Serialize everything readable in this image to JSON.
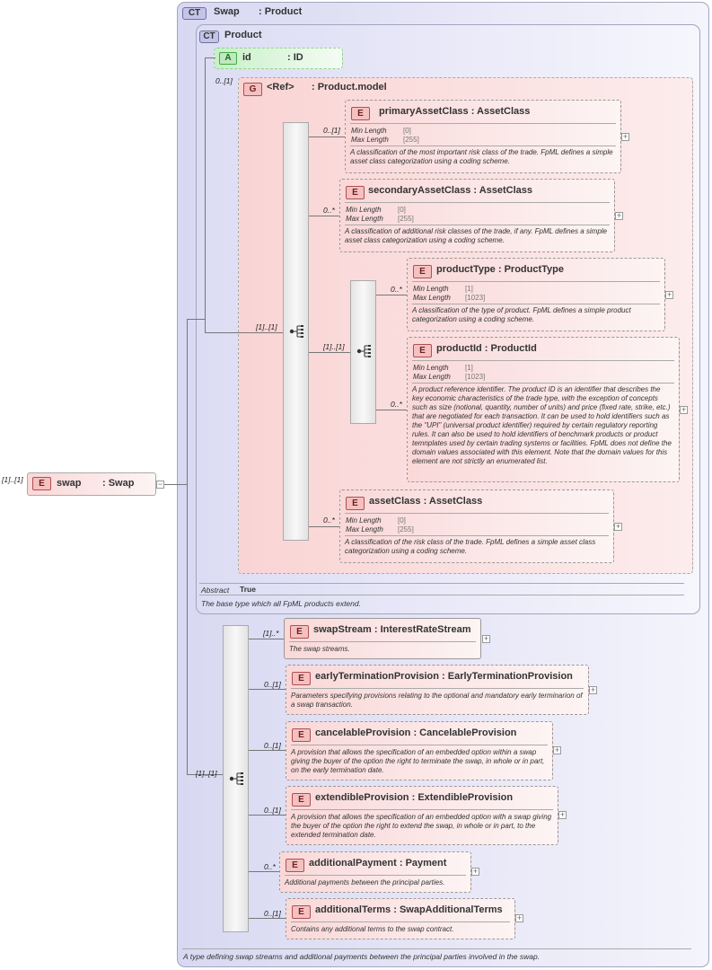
{
  "root_element": {
    "tag": "E",
    "name": "swap",
    "type": ": Swap",
    "cardinality": "[1]..[1]"
  },
  "swap_type": {
    "tag": "CT",
    "name": "Swap",
    "type": ": Product",
    "documentation": "A type defining swap streams and additional payments between the principal parties involved in the swap."
  },
  "product_type": {
    "tag": "CT",
    "name": "Product",
    "abstract_label": "Abstract",
    "abstract_value": "True",
    "documentation": "The base type which all FpML products extend."
  },
  "id_attribute": {
    "tag": "A",
    "name": "id",
    "type": ": ID",
    "cardinality": "0..[1]"
  },
  "product_model": {
    "tag": "G",
    "name": "<Ref>",
    "type": ": Product.model",
    "sequence_cardinality": "[1]..[1]",
    "choice_cardinality": "[1]..[1]"
  },
  "labels": {
    "min_length": "Min Length",
    "max_length": "Max Length"
  },
  "model_children": [
    {
      "tag": "E",
      "name": "primaryAssetClass",
      "type": ": AssetClass",
      "cardinality": "0..[1]",
      "min": "[0]",
      "max": "[255]",
      "doc": "A classification of the most important risk class of the trade. FpML defines a simple asset class categorization using a coding scheme."
    },
    {
      "tag": "E",
      "name": "secondaryAssetClass",
      "type": ": AssetClass",
      "cardinality": "0..*",
      "min": "[0]",
      "max": "[255]",
      "doc": "A classification of additional risk classes of the trade, if any. FpML defines a simple asset class categorization using a coding scheme."
    },
    {
      "tag": "E",
      "name": "productType",
      "type": ": ProductType",
      "cardinality": "0..*",
      "min": "[1]",
      "max": "[1023]",
      "doc": "A classification of the type of product. FpML defines a simple product categorization using a coding scheme."
    },
    {
      "tag": "E",
      "name": "productId",
      "type": ": ProductId",
      "cardinality": "0..*",
      "min": "[1]",
      "max": "[1023]",
      "doc": "A product reference identifier. The product ID is an identifier that describes the key economic characteristics of the trade type, with the exception of concepts such as size (notional, quantity, number of units) and price (fixed rate, strike, etc.) that are negotiated for each transaction. It can be used to hold identifiers such as the \"UPI\" (universal product identifier) required by certain regulatory reporting rules. It can also be used to hold identifiers of benchmark products or product temnplates used by certain trading systems or facilities. FpML does not define the domain values associated with this element. Note that the domain values for this element are not strictly an enumerated list."
    },
    {
      "tag": "E",
      "name": "assetClass",
      "type": ": AssetClass",
      "cardinality": "0..*",
      "min": "[0]",
      "max": "[255]",
      "doc": "A classification of the risk class of the trade. FpML defines a simple asset class categorization using a coding scheme."
    }
  ],
  "swap_sequence": {
    "cardinality": "[1]..[1]"
  },
  "swap_children": [
    {
      "tag": "E",
      "name": "swapStream",
      "type": ": InterestRateStream",
      "cardinality": "[1]..*",
      "doc": "The swap streams."
    },
    {
      "tag": "E",
      "name": "earlyTerminationProvision",
      "type": ": EarlyTerminationProvision",
      "cardinality": "0..[1]",
      "doc": "Parameters specifying provisions relating to the optional and mandatory early terminarion of a swap transaction."
    },
    {
      "tag": "E",
      "name": "cancelableProvision",
      "type": ": CancelableProvision",
      "cardinality": "0..[1]",
      "doc": "A provision that allows the specification of an embedded option within a swap giving the buyer of the option the right to terminate the swap, in whole or in part, on the early termination date."
    },
    {
      "tag": "E",
      "name": "extendibleProvision",
      "type": ": ExtendibleProvision",
      "cardinality": "0..[1]",
      "doc": "A provision that allows the specification of an embedded option with a swap giving the buyer of the option the right to extend the swap, in whole or in part, to the extended termination date."
    },
    {
      "tag": "E",
      "name": "additionalPayment",
      "type": ": Payment",
      "cardinality": "0..*",
      "doc": "Additional payments between the principal parties."
    },
    {
      "tag": "E",
      "name": "additionalTerms",
      "type": ": SwapAdditionalTerms",
      "cardinality": "0..[1]",
      "doc": "Contains any additional terms to the swap contract."
    }
  ]
}
